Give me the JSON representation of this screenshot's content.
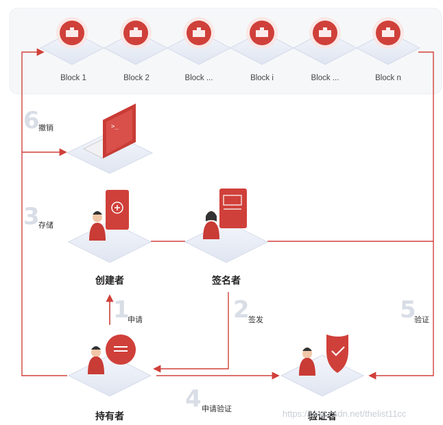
{
  "blocks": [
    "Block 1",
    "Block 2",
    "Block ...",
    "Block i",
    "Block ...",
    "Block n"
  ],
  "roles": {
    "creator": "创建者",
    "signer": "签名者",
    "holder": "持有者",
    "verifier": "验证者"
  },
  "steps": [
    {
      "num": "1",
      "text": "申请"
    },
    {
      "num": "2",
      "text": "签发"
    },
    {
      "num": "3",
      "text": "存储"
    },
    {
      "num": "4",
      "text": "申请验证"
    },
    {
      "num": "5",
      "text": "验证"
    },
    {
      "num": "6",
      "text": "撤销"
    }
  ],
  "watermark": "https://blog.csdn.net/thelist11cc",
  "colors": {
    "accent": "#d0403a",
    "platform": "#e4e9f4",
    "band": "#f6f7f9"
  }
}
